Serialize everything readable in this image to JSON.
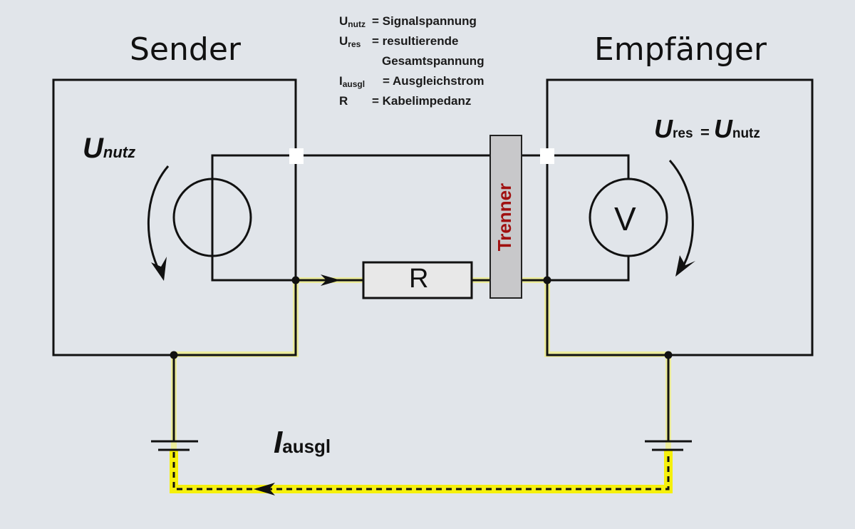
{
  "titles": {
    "sender": "Sender",
    "receiver": "Empfänger"
  },
  "legend": [
    {
      "symbol": "U",
      "sub": "nutz",
      "text": "= Signalspannung"
    },
    {
      "symbol": "U",
      "sub": "res",
      "text": "= resultierende"
    },
    {
      "symbol": "",
      "sub": "",
      "text": "Gesamtspannung"
    },
    {
      "symbol": "I",
      "sub": "ausgl",
      "text": "= Ausgleichstrom"
    },
    {
      "symbol": "R",
      "sub": "",
      "text": "= Kabelimpedanz"
    }
  ],
  "sender_label": {
    "symbol": "U",
    "sub": "nutz"
  },
  "receiver_label": {
    "u1": "U",
    "sub1": "res",
    "eq": "=",
    "u2": "U",
    "sub2": "nutz"
  },
  "resistor_label": "R",
  "voltmeter_label": "V",
  "isolator_label": "Trenner",
  "current_label": {
    "symbol": "I",
    "sub": "ausgl"
  },
  "colors": {
    "background": "#e1e5ea",
    "wire": "#111111",
    "highlight": "#f5f000",
    "isolator_fill": "#c8c8ca",
    "isolator_text": "#a01010"
  }
}
